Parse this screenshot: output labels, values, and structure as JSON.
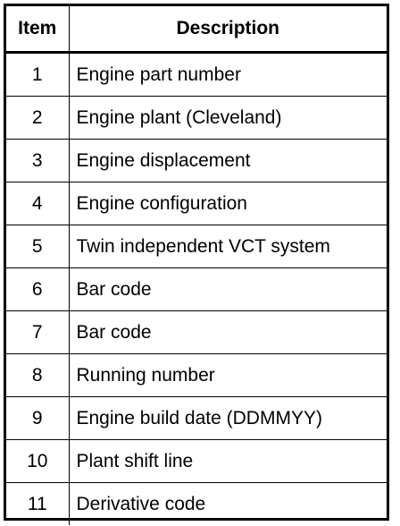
{
  "table": {
    "headers": {
      "item": "Item",
      "description": "Description"
    },
    "rows": [
      {
        "item": "1",
        "description": "Engine part number"
      },
      {
        "item": "2",
        "description": "Engine plant (Cleveland)"
      },
      {
        "item": "3",
        "description": "Engine displacement"
      },
      {
        "item": "4",
        "description": "Engine configuration"
      },
      {
        "item": "5",
        "description": "Twin independent VCT system"
      },
      {
        "item": "6",
        "description": "Bar code"
      },
      {
        "item": "7",
        "description": "Bar code"
      },
      {
        "item": "8",
        "description": "Running number"
      },
      {
        "item": "9",
        "description": "Engine build date (DDMMYY)"
      },
      {
        "item": "10",
        "description": "Plant shift line"
      },
      {
        "item": "11",
        "description": "Derivative code"
      }
    ]
  }
}
